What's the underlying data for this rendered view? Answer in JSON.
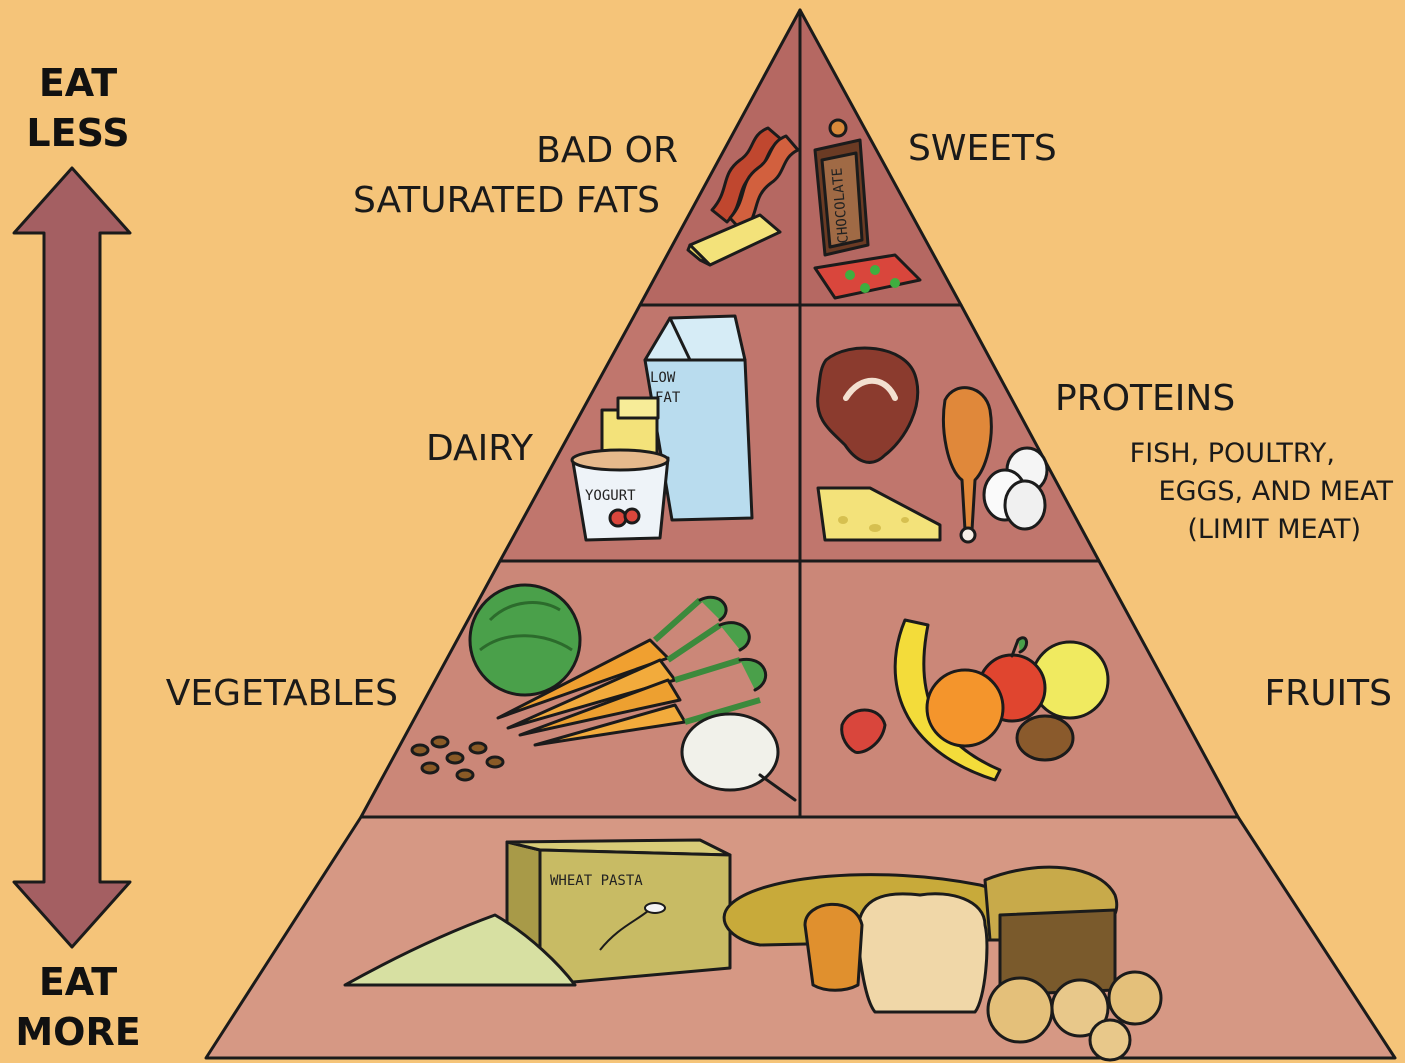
{
  "arrow": {
    "top_label": [
      "EAT",
      "LESS"
    ],
    "bottom_label": [
      "EAT",
      "MORE"
    ]
  },
  "tiers": {
    "top_left": {
      "label": [
        "BAD OR",
        "SATURATED FATS"
      ],
      "icons": [
        "bacon-icon",
        "butter-icon"
      ]
    },
    "top_right": {
      "label": [
        "SWEETS"
      ],
      "icons": [
        "chocolate-bar-icon",
        "candy-icon"
      ],
      "wrapper_text": "CHOCOLATE"
    },
    "dairy": {
      "label": [
        "DAIRY"
      ],
      "icons": [
        "milk-carton-icon",
        "cheese-icon",
        "yogurt-icon"
      ],
      "carton_text": [
        "LOW",
        "FAT"
      ],
      "cup_text": "YOGURT"
    },
    "proteins": {
      "label": [
        "PROTEINS"
      ],
      "sublabel": [
        "FISH, POULTRY,",
        "EGGS, AND MEAT",
        "(LIMIT MEAT)"
      ],
      "icons": [
        "steak-icon",
        "drumstick-icon",
        "eggs-icon",
        "cheese-wedge-icon"
      ]
    },
    "vegetables": {
      "label": [
        "VEGETABLES"
      ],
      "icons": [
        "cabbage-icon",
        "carrots-icon",
        "turnip-icon",
        "beans-icon"
      ]
    },
    "fruits": {
      "label": [
        "FRUITS"
      ],
      "icons": [
        "banana-icon",
        "orange-icon",
        "apple-icon",
        "lemon-icon",
        "strawberry-icon",
        "kiwi-icon"
      ]
    },
    "grains": {
      "label": [],
      "icons": [
        "pasta-box-icon",
        "flour-pile-icon",
        "bread-icon",
        "muffin-icon",
        "cookies-icon"
      ],
      "box_text": "WHEAT PASTA"
    }
  },
  "colors": {
    "background": "#f5c479",
    "tier_top": "#b86a63",
    "tier_mid": "#c47b71",
    "tier_low": "#d08d7f",
    "tier_base": "#dc9f8b",
    "arrow": "#a45f62"
  }
}
